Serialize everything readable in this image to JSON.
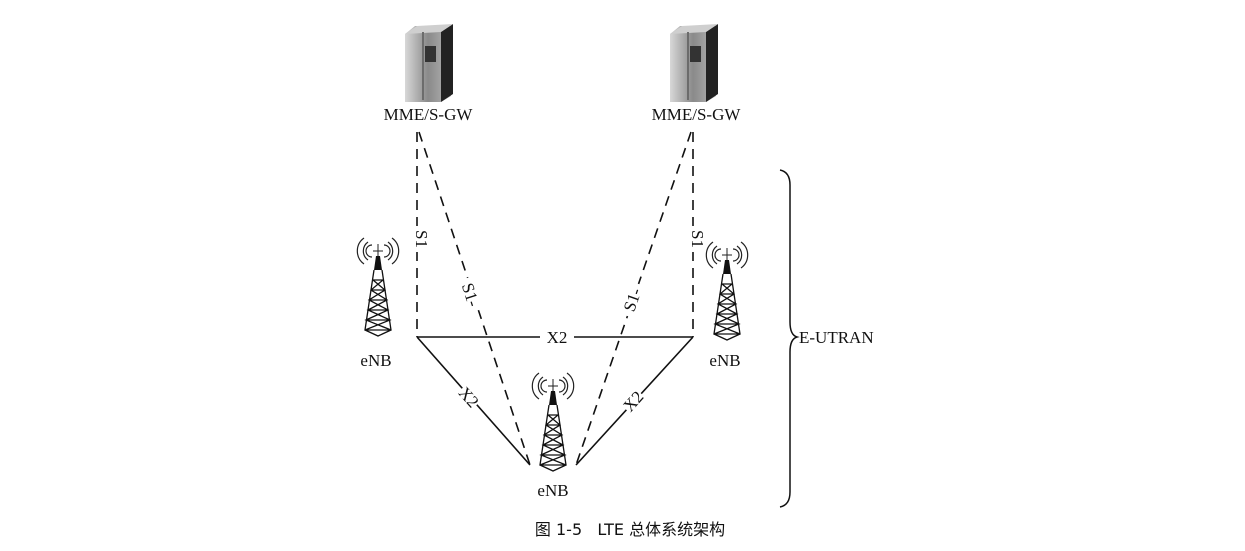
{
  "diagram": {
    "servers": [
      {
        "label": "MME/S-GW"
      },
      {
        "label": "MME/S-GW"
      }
    ],
    "enbs": [
      {
        "label": "eNB"
      },
      {
        "label": "eNB"
      },
      {
        "label": "eNB"
      }
    ],
    "interfaces": {
      "s1_left_vertical": "S1",
      "s1_left_diagonal": "S1-",
      "s1_right_diagonal": "S1-",
      "s1_right_vertical": "S1",
      "x2_top": "X2",
      "x2_left": "X2",
      "x2_right": "X2"
    },
    "group_label": "E-UTRAN",
    "caption": "图 1-5   LTE 总体系统架构"
  },
  "colors": {
    "ink": "#111111",
    "server_body": "#9a9a9a",
    "server_side": "#222222"
  }
}
